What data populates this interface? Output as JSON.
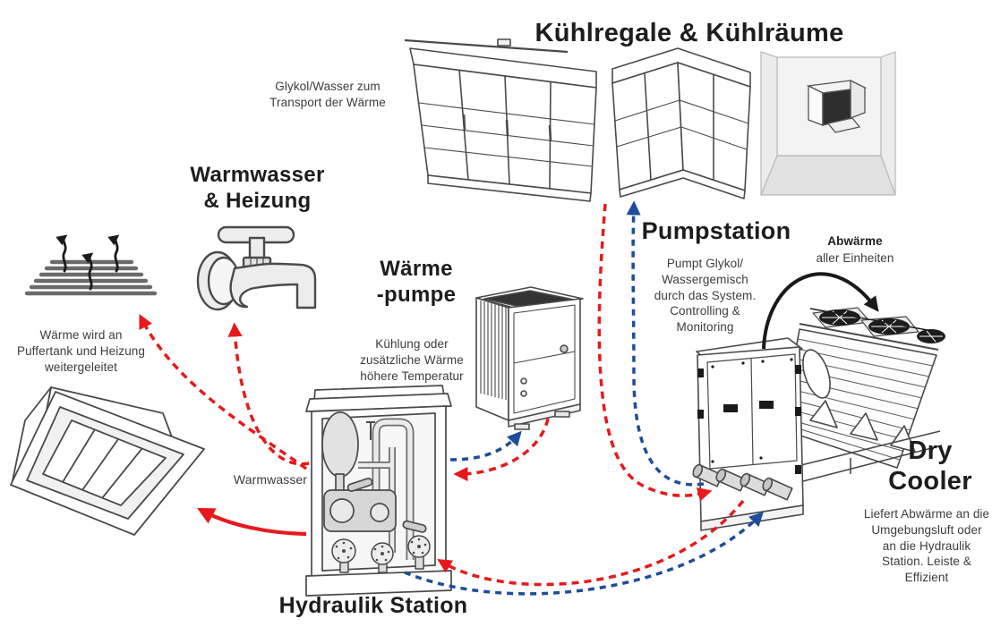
{
  "colors": {
    "arrow_red": "#e61a1d",
    "arrow_blue": "#1d4d9b",
    "line_art": "#4a4a4a",
    "ink": "#1d1d1b"
  },
  "labels": {
    "cases_title": "Kühlregale & Kühlräume",
    "glykol_note": "Glykol/Wasser zum\nTransport der Wärme",
    "warmwater_heating_title": "Warmwasser\n& Heizung",
    "heat_forward_note": "Wärme wird an\nPuffertank und Heizung\nweitergeleitet",
    "warmwater_flow_label": "Warmwasser",
    "heatpump_title": "Wärme\n-pumpe",
    "heatpump_note": "Kühlung oder\nzusätzliche Wärme\nhöhere Temperatur",
    "hydraulic_title": "Hydraulik Station",
    "pumpstation_title": "Pumpstation",
    "pumpstation_note": "Pumpt Glykol/\nWassergemisch\ndurch das System.\nControlling &\nMonitoring",
    "waste_heat_bold": "Abwärme",
    "waste_heat_rest": "aller Einheiten",
    "drycooler_title": "Dry\nCooler",
    "drycooler_note": "Liefert Abwärme an die\nUmgebungsluft oder\nan die Hydraulik\nStation. Leiste &\nEffizient"
  }
}
